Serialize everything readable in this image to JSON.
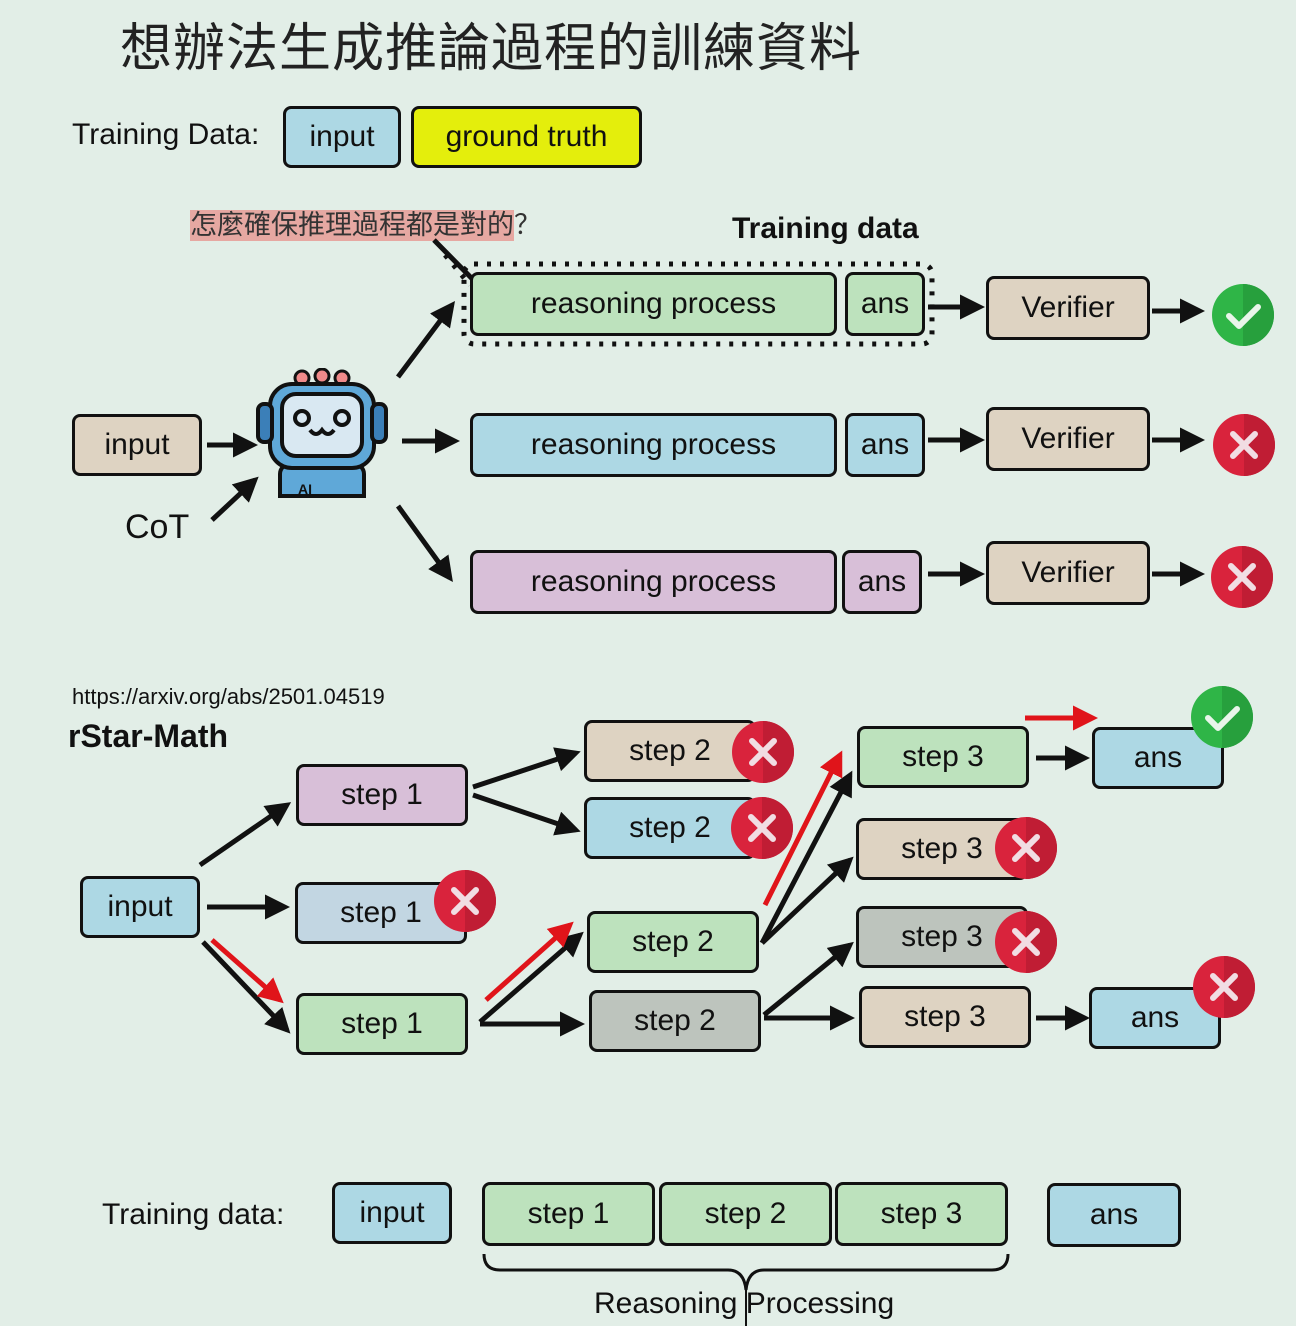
{
  "title": "想辦法生成推論過程的訓練資料",
  "top_training": {
    "label": "Training Data:",
    "input": "input",
    "ground_truth": "ground truth"
  },
  "question": {
    "text": "怎麼確保推理過程都是對的",
    "mark": "？"
  },
  "training_data_label": "Training data",
  "cot": {
    "input": "input",
    "cot_label": "CoT",
    "robot_label": "AI",
    "rows": [
      {
        "reasoning": "reasoning process",
        "ans": "ans",
        "verifier": "Verifier",
        "result": "correct"
      },
      {
        "reasoning": "reasoning process",
        "ans": "ans",
        "verifier": "Verifier",
        "result": "wrong"
      },
      {
        "reasoning": "reasoning process",
        "ans": "ans",
        "verifier": "Verifier",
        "result": "wrong"
      }
    ]
  },
  "rstar": {
    "url": "https://arxiv.org/abs/2501.04519",
    "name": "rStar-Math",
    "input": "input",
    "step1": "step 1",
    "step2": "step 2",
    "step3": "step 3",
    "ans": "ans"
  },
  "bottom": {
    "label": "Training data:",
    "input": "input",
    "steps": [
      "step 1",
      "step 2",
      "step 3"
    ],
    "ans": "ans",
    "brace_label": "Reasoning Processing"
  },
  "colors": {
    "correct": "#2fb547",
    "wrong": "#d9233c",
    "highlight_arrow": "#e0141a"
  }
}
